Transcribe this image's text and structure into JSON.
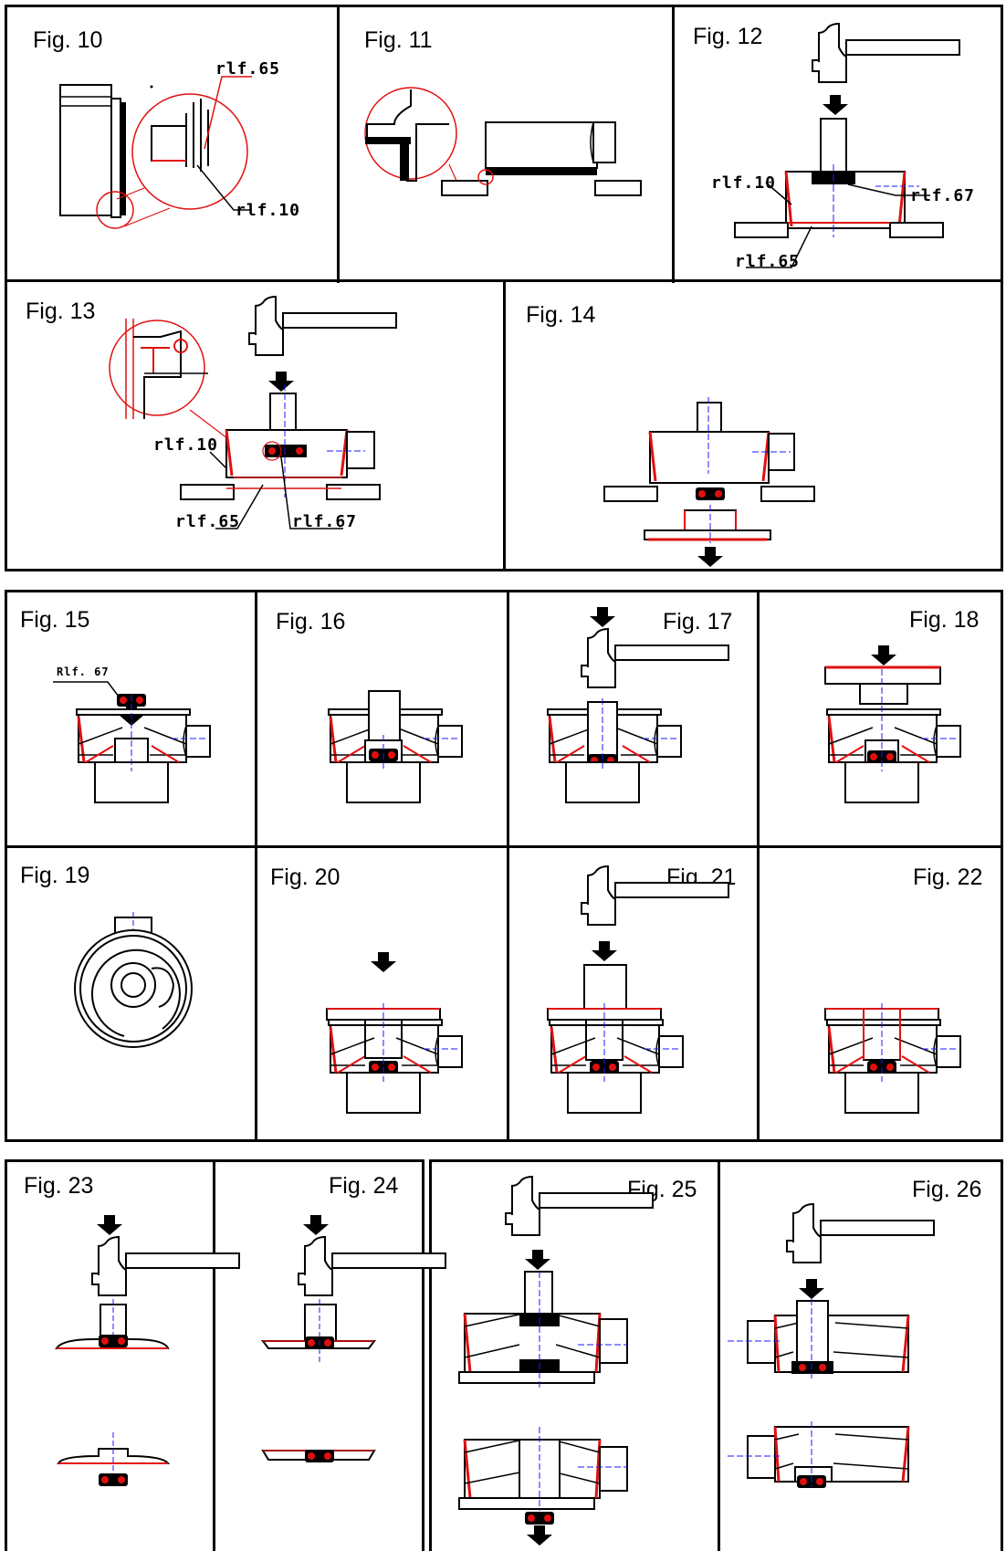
{
  "figures": {
    "fig10": {
      "caption": "Fig. 10",
      "ref_a": "rlf.65",
      "ref_b": "rlf.10"
    },
    "fig11": {
      "caption": "Fig. 11"
    },
    "fig12": {
      "caption": "Fig. 12",
      "ref_a": "rlf.10",
      "ref_b": "rlf.67",
      "ref_c": "rlf.65"
    },
    "fig13": {
      "caption": "Fig. 13",
      "ref_a": "rlf.10",
      "ref_b": "rlf.65",
      "ref_c": "rlf.67"
    },
    "fig14": {
      "caption": "Fig. 14"
    },
    "fig15": {
      "caption": "Fig. 15",
      "ref_a": "Rlf. 67"
    },
    "fig16": {
      "caption": "Fig. 16"
    },
    "fig17": {
      "caption": "Fig. 17"
    },
    "fig18": {
      "caption": "Fig. 18"
    },
    "fig19": {
      "caption": "Fig. 19"
    },
    "fig20": {
      "caption": "Fig. 20"
    },
    "fig21": {
      "caption": "Fig. 21"
    },
    "fig22": {
      "caption": "Fig. 22"
    },
    "fig23": {
      "caption": "Fig. 23"
    },
    "fig24": {
      "caption": "Fig. 24"
    },
    "fig25": {
      "caption": "Fig. 25"
    },
    "fig26": {
      "caption": "Fig. 26"
    }
  },
  "colors": {
    "line": "#000000",
    "accent": "#e01010",
    "axis": "#1a1aff"
  }
}
